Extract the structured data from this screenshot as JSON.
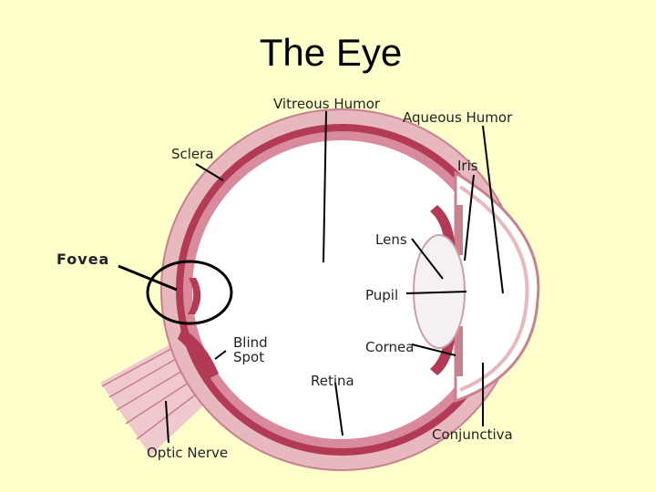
{
  "title": "The Eye",
  "labels": {
    "vitreous_humor": "Vitreous Humor",
    "aqueous_humor": "Aqueous Humor",
    "sclera": "Sclera",
    "iris": "Iris",
    "fovea": "Fovea",
    "lens": "Lens",
    "pupil": "Pupil",
    "blind_spot_line1": "Blind",
    "blind_spot_line2": "Spot",
    "cornea": "Cornea",
    "retina": "Retina",
    "conjunctiva": "Conjunctiva",
    "optic_nerve": "Optic Nerve"
  },
  "colors": {
    "background": "#ffffcc",
    "sclera_outer": "#e8b8bf",
    "choroid": "#b23a55",
    "retina_band": "#d98a9c",
    "interior": "#ffffff",
    "lens": "#f5f0f2",
    "leader_line": "#000000"
  }
}
